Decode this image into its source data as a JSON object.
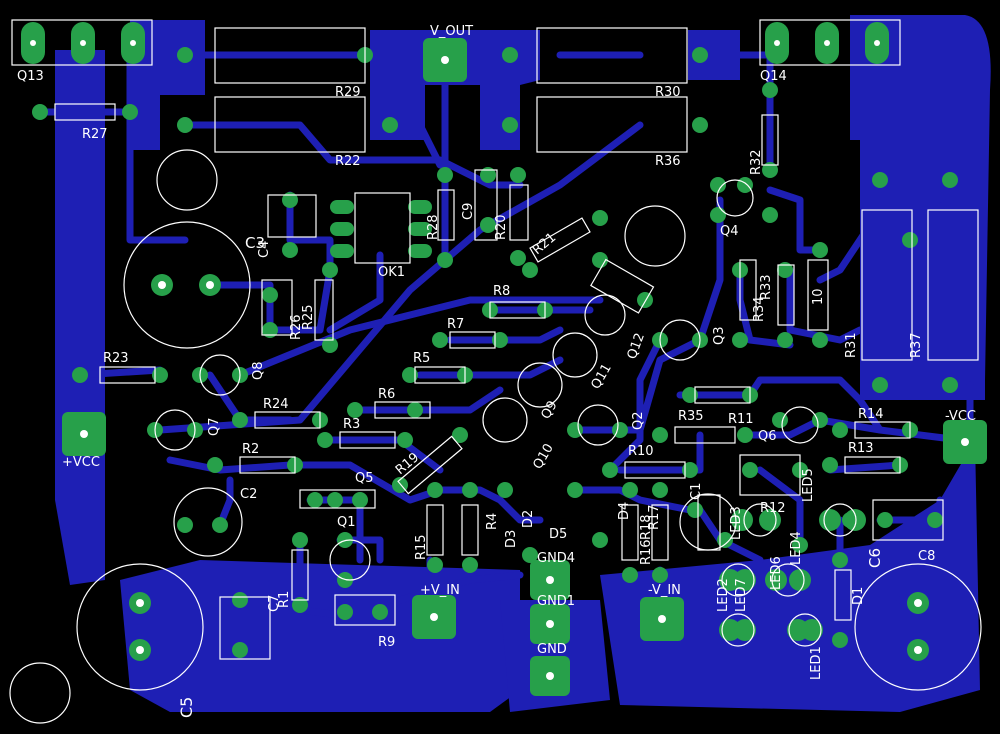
{
  "colors": {
    "background": "#000000",
    "copper": "#1e1fb4",
    "pad": "#27a04a",
    "silk": "#ffffff",
    "hole": "#ffffff"
  },
  "labels": {
    "q13": "Q13",
    "q14": "Q14",
    "v_out": "V_OUT",
    "r29": "R29",
    "r30": "R30",
    "r27": "R27",
    "r22": "R22",
    "r36": "R36",
    "r32": "R32",
    "c9": "C9",
    "r28": "R28",
    "r20": "R20",
    "r21": "R21",
    "c3": "C3",
    "c4": "C4",
    "ok1": "OK1",
    "q4": "Q4",
    "r8": "R8",
    "r33": "R33",
    "r34": "R34",
    "c10": "10",
    "r31": "R31",
    "r37": "R37",
    "q12": "Q12",
    "q3": "Q3",
    "r25": "R25",
    "r26": "R26",
    "r7": "R7",
    "q11": "Q11",
    "r23": "R23",
    "q8": "Q8",
    "r5": "R5",
    "q9": "Q9",
    "r6": "R6",
    "r35": "R35",
    "r11": "R11",
    "r14": "R14",
    "q7": "Q7",
    "r24": "R24",
    "q2": "Q2",
    "q6": "Q6",
    "vcc_pos": "+VCC",
    "vcc_neg": "-VCC",
    "r3": "R3",
    "q10": "Q10",
    "r13": "R13",
    "r2": "R2",
    "r19": "R19",
    "r10": "R10",
    "q5": "Q5",
    "c2": "C2",
    "c1": "C1",
    "led3": "LED3",
    "led5": "LED5",
    "r12": "R12",
    "q1": "Q1",
    "r15": "R15",
    "r16": "R16",
    "r4": "R4",
    "d3": "D3",
    "d2": "D2",
    "d5": "D5",
    "d4": "D4",
    "r18": "R18",
    "r17": "R17",
    "gnd4": "GND4",
    "c6": "C6",
    "c8": "C8",
    "led6": "LED6",
    "led4": "LED4",
    "c7": "C7",
    "r1": "R1",
    "r9": "R9",
    "v_in_pos": "+V_IN",
    "v_in_neg": "-V_IN",
    "gnd1": "GND1",
    "gnd": "GND",
    "led2": "LED2",
    "led7": "LED7",
    "d1": "D1",
    "led1": "LED1",
    "c5": "C5"
  }
}
